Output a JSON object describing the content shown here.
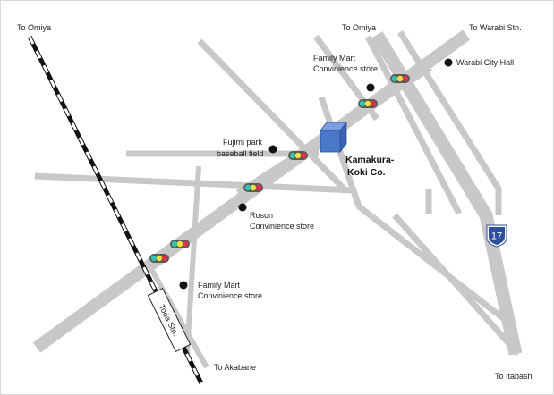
{
  "colors": {
    "road": "#c8c8c8",
    "rail_dark": "#111111",
    "rail_light": "#ffffff",
    "building": "#4a78c8",
    "building_top": "#7aa0e0",
    "shield": "#2d4f9e",
    "signal_housing": "#5a5a5a",
    "signal_green": "#2fc4b0",
    "signal_yellow": "#f4e03a",
    "signal_red": "#e0304a"
  },
  "icons": {
    "traffic_signal": "traffic-signal-icon",
    "landmark": "black-dot-icon",
    "company": "blue-cube-icon",
    "route_shield": "route-shield-icon"
  },
  "directions": {
    "omiya_left": "To Omiya",
    "omiya_top": "To Omiya",
    "warabi_stn": "To Warabi Stn.",
    "akabane": "To Akabane",
    "itabashi": "To Itabashi"
  },
  "station": {
    "name": "Toda Stn."
  },
  "route": {
    "number": "17"
  },
  "company": {
    "line1": "Kamakura-",
    "line2": "Koki Co."
  },
  "landmarks": {
    "family_mart_north": {
      "line1": "Family Mart",
      "line2": "Convinience store"
    },
    "warabi_city_hall": {
      "label": "Warabi City Hall"
    },
    "fujimi_park": {
      "line1": "Fujimi park",
      "line2": "baseball field"
    },
    "roson": {
      "line1": "Roson",
      "line2": "Convinience store"
    },
    "family_mart_south": {
      "line1": "Family Mart",
      "line2": "Convinience store"
    }
  }
}
